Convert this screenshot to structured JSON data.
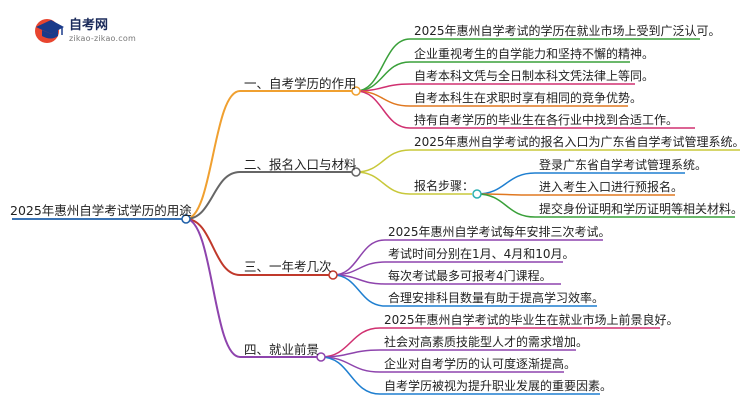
{
  "logo": {
    "title": "自考网",
    "subtitle": "zikao-zikao.com"
  },
  "root": "2025年惠州自学考试学历的用途",
  "branches": [
    {
      "label": "一、自考学历的作用",
      "leaves": [
        "2025年惠州自学考试的学历在就业市场上受到广泛认可。",
        "企业重视考生的自学能力和坚持不懈的精神。",
        "自考本科文凭与全日制本科文凭法律上等同。",
        "自考本科生在求职时享有相同的竞争优势。",
        "持有自考学历的毕业生在各行业中找到合适工作。"
      ]
    },
    {
      "label": "二、报名入口与材料",
      "leaves": [
        "2025年惠州自学考试的报名入口为广东省自学考试管理系统。"
      ],
      "sub": {
        "label": "报名步骤：",
        "leaves": [
          "登录广东省自学考试管理系统。",
          "进入考生入口进行预报名。",
          "提交身份证明和学历证明等相关材料。"
        ]
      }
    },
    {
      "label": "三、一年考几次",
      "leaves": [
        "2025年惠州自学考试每年安排三次考试。",
        "考试时间分别在1月、4月和10月。",
        "每次考试最多可报考4门课程。",
        "合理安排科目数量有助于提高学习效率。"
      ]
    },
    {
      "label": "四、就业前景",
      "leaves": [
        "2025年惠州自学考试的毕业生在就业市场上前景良好。",
        "社会对高素质技能型人才的需求增加。",
        "企业对自考学历的认可度逐渐提高。",
        "自考学历被视为提升职业发展的重要因素。"
      ]
    }
  ]
}
